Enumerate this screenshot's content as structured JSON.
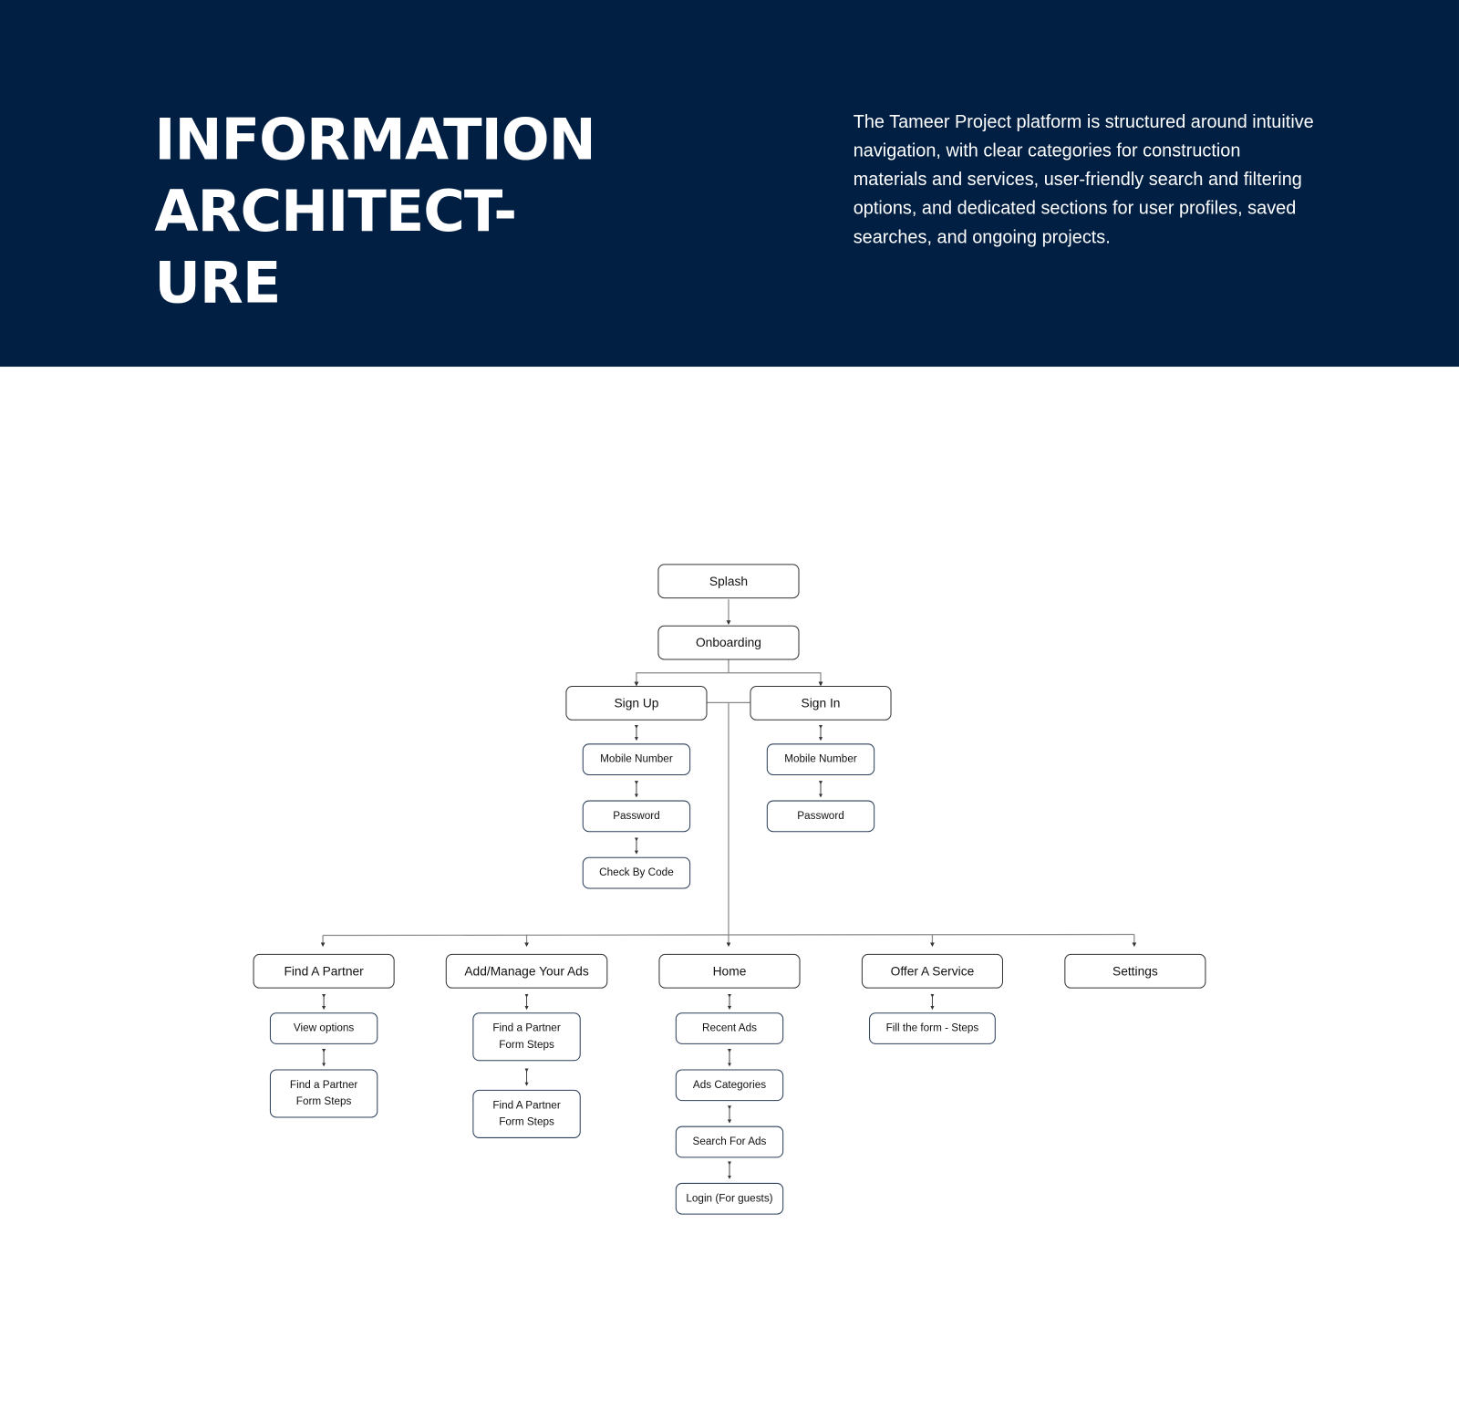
{
  "header": {
    "title_lines": [
      "INFORMATION",
      "ARCHITECT-",
      "URE"
    ],
    "description": "The Tameer Project platform is structured around intuitive navigation, with clear categories for construction materials and services, user-friendly search and filtering options, and dedicated sections for user profiles, saved searches, and ongoing projects."
  },
  "colors": {
    "header_bg": "#011f43",
    "header_text": "#ffffff",
    "line": "#888888"
  },
  "diagram": {
    "splash": "Splash",
    "onboarding": "Onboarding",
    "sign_up": {
      "label": "Sign Up",
      "children": [
        "Mobile Number",
        "Password",
        "Check By Code"
      ]
    },
    "sign_in": {
      "label": "Sign In",
      "children": [
        "Mobile Number",
        "Password"
      ]
    },
    "sections": [
      {
        "label": "Find A Partner",
        "children": [
          "View options",
          "Find a Partner Form Steps"
        ]
      },
      {
        "label": "Add/Manage Your Ads",
        "children": [
          "Find a Partner Form Steps",
          "Find A Partner Form Steps"
        ]
      },
      {
        "label": "Home",
        "children": [
          "Recent Ads",
          "Ads Categories",
          "Search For Ads",
          "Login (For guests)"
        ]
      },
      {
        "label": "Offer A Service",
        "children": [
          "Fill the form - Steps"
        ]
      },
      {
        "label": "Settings",
        "children": []
      }
    ]
  }
}
